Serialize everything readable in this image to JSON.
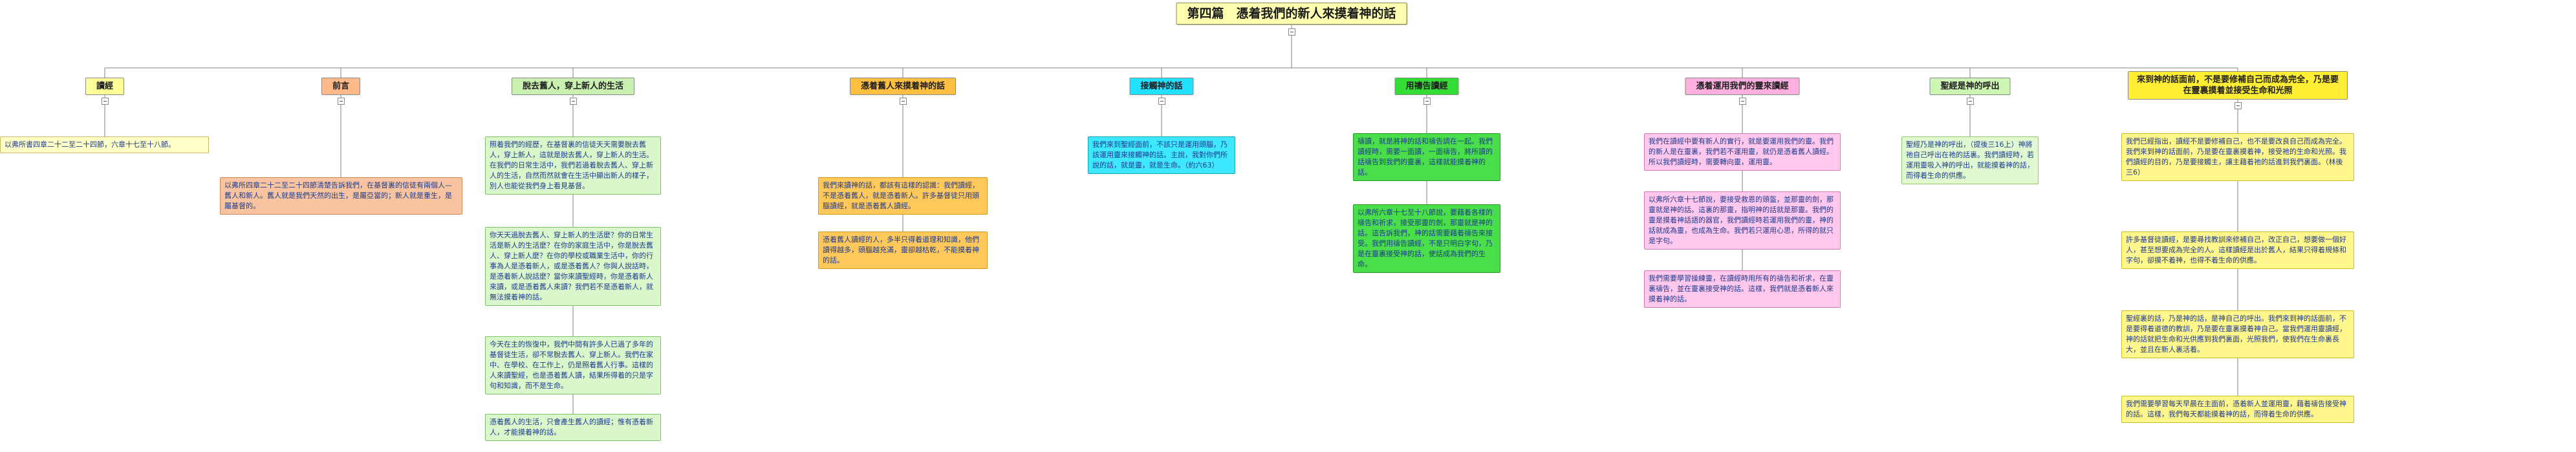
{
  "title": "第四篇　憑着我們的新人來摸着神的話",
  "colors": {
    "title_bg": "#ffffb0",
    "line": "#808080",
    "node_text": "#1d3a8f"
  },
  "branches": [
    {
      "label": "讀經",
      "colors": {
        "label": "#ffff99",
        "node": "#ffffc8",
        "border": "#c8c060"
      },
      "children": [
        "以弗所書四章二十二至二十四節，六章十七至十八節。"
      ]
    },
    {
      "label": "前言",
      "colors": {
        "label": "#ffb98a",
        "node": "#f8c4a0",
        "border": "#cc8a5c"
      },
      "children": [
        "以弗所四章二十二至二十四節清楚告訴我們，在基督裏的信徒有兩個人—舊人和新人。舊人就是我們天然的出生，是屬亞當的；新人就是重生，是屬基督的。"
      ]
    },
    {
      "label": "脫去舊人，穿上新人的生活",
      "colors": {
        "label": "#c9f0b0",
        "node": "#d9f7cb",
        "border": "#7cc46a"
      },
      "children": [
        "照着我們的經歷，在基督裏的信徒天天需要脫去舊人，穿上新人，這就是脫去舊人，穿上新人的生活。在我們的日常生活中，我們若過着脫去舊人、穿上新人的生活，自然而然就會在生活中顯出新人的樣子，別人也能從我們身上看見基督。",
        "你天天過脫去舊人、穿上新人的生活麼？你的日常生活是新人的生活麼？在你的家庭生活中，你是脫去舊人、穿上新人麼？在你的學校或職業生活中，你的行事為人是憑着新人，或是憑着舊人？你與人說話時，是憑着新人說話麼？當你來讀聖經時，你是憑着新人來讀，或是憑着舊人來讀？我們若不是憑着新人，就無法摸着神的話。",
        "今天在主的恢復中，我們中間有許多人已過了多年的基督徒生活，卻不常脫去舊人、穿上新人。我們在家中、在學校、在工作上，仍是照着舊人行事。這樣的人來讀聖經，也是憑着舊人讀，結果所得着的只是字句和知識，而不是生命。",
        "憑着舊人的生活，只會產生舊人的讀經；惟有憑着新人，才能摸着神的話。"
      ]
    },
    {
      "label": "憑着舊人來摸着神的話",
      "colors": {
        "label": "#ffbf40",
        "node": "#ffc85a",
        "border": "#d39a20"
      },
      "children": [
        "我們來讀神的話，都該有這樣的認識：我們讀經，不是憑着舊人，就是憑着新人。許多基督徒只用頭腦讀經，就是憑着舊人讀經。",
        "憑着舊人讀經的人，多半只得着道理和知識，他們讀得越多，頭腦越充滿，靈卻越枯乾，不能摸着神的話。"
      ]
    },
    {
      "label": "接觸神的話",
      "colors": {
        "label": "#22e0ff",
        "node": "#3ee8ff",
        "border": "#0aa8c8"
      },
      "children": [
        "我們來到聖經面前，不該只是運用頭腦，乃該運用靈來接觸神的話。主說，我對你們所說的話，就是靈，就是生命。（約六63）"
      ]
    },
    {
      "label": "用禱告讀經",
      "colors": {
        "label": "#33dd33",
        "node": "#4ade4a",
        "border": "#1f9e1f"
      },
      "children": [
        "禱讀，就是將神的話和禱告調在一起。我們讀經時，需要一面讀，一面禱告，將所讀的話禱告到我們的靈裏，這樣就能摸着神的話。",
        "以弗所六章十七至十八節說，要藉着各樣的禱告和祈求，接受那靈的劍，那靈就是神的話。這告訴我們，神的話需要藉着禱告來接受。我們用禱告讀經，不是只明白字句，乃是在靈裏接受神的話，使話成為我們的生命。"
      ]
    },
    {
      "label": "憑着運用我們的靈來讀經",
      "colors": {
        "label": "#ffb0e0",
        "node": "#ffc8ec",
        "border": "#d07cb4"
      },
      "children": [
        "我們在讀經中要有新人的實行，就是要運用我們的靈。我們的新人是在靈裏，我們若不運用靈，就仍是憑着舊人讀經。所以我們讀經時，需要轉向靈，運用靈。",
        "以弗所六章十七節說，要接受救恩的頭盔，並那靈的劍，那靈就是神的話。這裏的那靈，指明神的話就是那靈。我們的靈是摸着神話語的器官，我們讀經時若運用我們的靈，神的話就成為靈，也成為生命。我們若只運用心思，所得的就只是字句。",
        "我們需要學習操練靈，在讀經時用所有的禱告和祈求，在靈裏禱告，並在靈裏接受神的話。這樣，我們就是憑着新人來摸着神的話。"
      ]
    },
    {
      "label": "聖經是神的呼出",
      "colors": {
        "label": "#cdf5b4",
        "node": "#e0f9d0",
        "border": "#8ccc70"
      },
      "children": [
        "聖經乃是神的呼出，（提後三16上）神將祂自己呼出在祂的話裏。我們讀經時，若運用靈吸入神的呼出，就能摸着神的話，而得着生命的供應。"
      ]
    },
    {
      "label": "來到神的話面前，不是要修補自己而成為完全，乃是要在靈裏摸着並接受生命和光照",
      "colors": {
        "label": "#ffee33",
        "node": "#fff68c",
        "border": "#cdbb22"
      },
      "children": [
        "我們已經指出，讀經不是要修補自己，也不是要改良自己而成為完全。我們來到神的話面前，乃是要在靈裏摸着神，接受祂的生命和光照。我們讀經的目的，乃是要接觸主，讓主藉着祂的話進到我們裏面。（林後三6）",
        "許多基督徒讀經，是要尋找教訓來修補自己，改正自己，想要做一個好人，甚至想要成為完全的人。這樣讀經是出於舊人，結果只得着規條和字句，卻摸不着神，也得不着生命的供應。",
        "聖經裏的話，乃是神的話，是神自己的呼出。我們來到神的話面前，不是要得着道德的教訓，乃是要在靈裏摸着神自己。當我們運用靈讀經，神的話就把生命和光供應到我們裏面，光照我們，使我們在生命裏長大，並且在新人裏活着。",
        "我們需要學習每天早晨在主面前，憑着新人並運用靈，藉着禱告接受神的話。這樣，我們每天都能摸着神的話，而得着生命的供應。"
      ]
    }
  ]
}
